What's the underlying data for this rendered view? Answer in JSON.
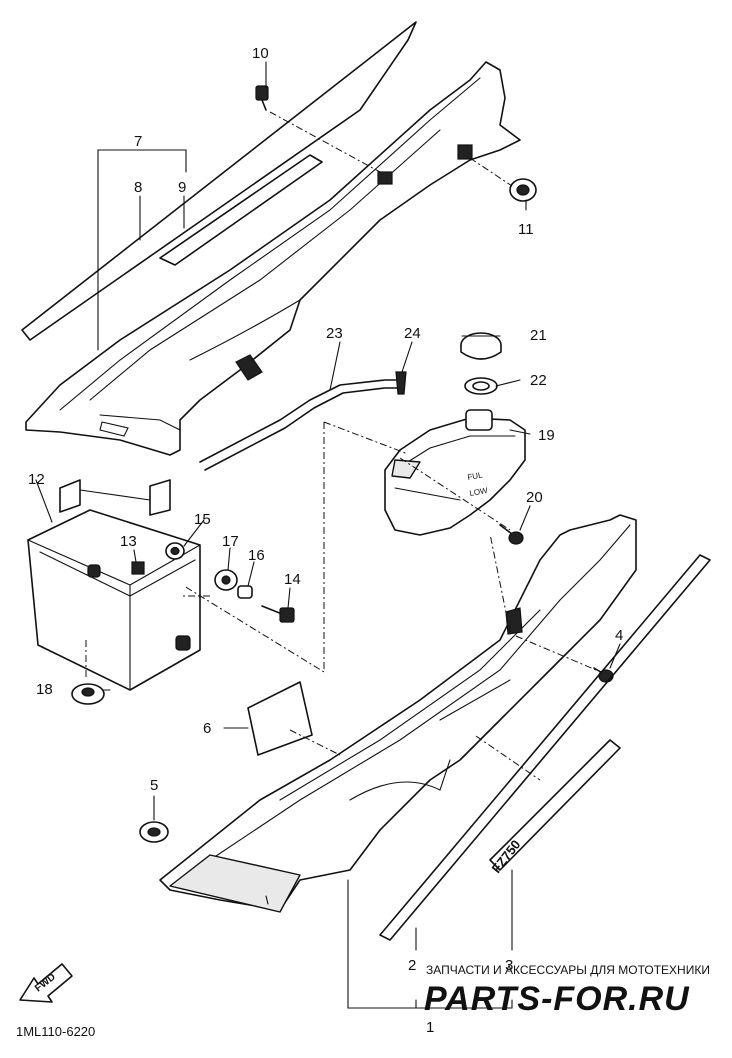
{
  "diagram_code": "1ML110-6220",
  "fwd_label": "FWD",
  "model_badge": "FZ750",
  "gauge_marks": {
    "full": "FUL",
    "low": "LOW"
  },
  "watermark": {
    "top_text": "ЗАПЧАСТИ И АКСЕССУАРЫ ДЛЯ МОТОТЕХНИКИ",
    "site": "PARTS-FOR.RU"
  },
  "callouts": [
    {
      "id": "c1",
      "label": "1"
    },
    {
      "id": "c2",
      "label": "2"
    },
    {
      "id": "c3",
      "label": "3"
    },
    {
      "id": "c4",
      "label": "4"
    },
    {
      "id": "c5",
      "label": "5"
    },
    {
      "id": "c6",
      "label": "6"
    },
    {
      "id": "c7",
      "label": "7"
    },
    {
      "id": "c8",
      "label": "8"
    },
    {
      "id": "c9",
      "label": "9"
    },
    {
      "id": "c10",
      "label": "10"
    },
    {
      "id": "c11",
      "label": "11"
    },
    {
      "id": "c12",
      "label": "12"
    },
    {
      "id": "c13",
      "label": "13"
    },
    {
      "id": "c14",
      "label": "14"
    },
    {
      "id": "c15",
      "label": "15"
    },
    {
      "id": "c16",
      "label": "16"
    },
    {
      "id": "c17",
      "label": "17"
    },
    {
      "id": "c18",
      "label": "18"
    },
    {
      "id": "c19",
      "label": "19"
    },
    {
      "id": "c20",
      "label": "20"
    },
    {
      "id": "c21",
      "label": "21"
    },
    {
      "id": "c22",
      "label": "22"
    },
    {
      "id": "c23",
      "label": "23"
    },
    {
      "id": "c24",
      "label": "24"
    }
  ]
}
